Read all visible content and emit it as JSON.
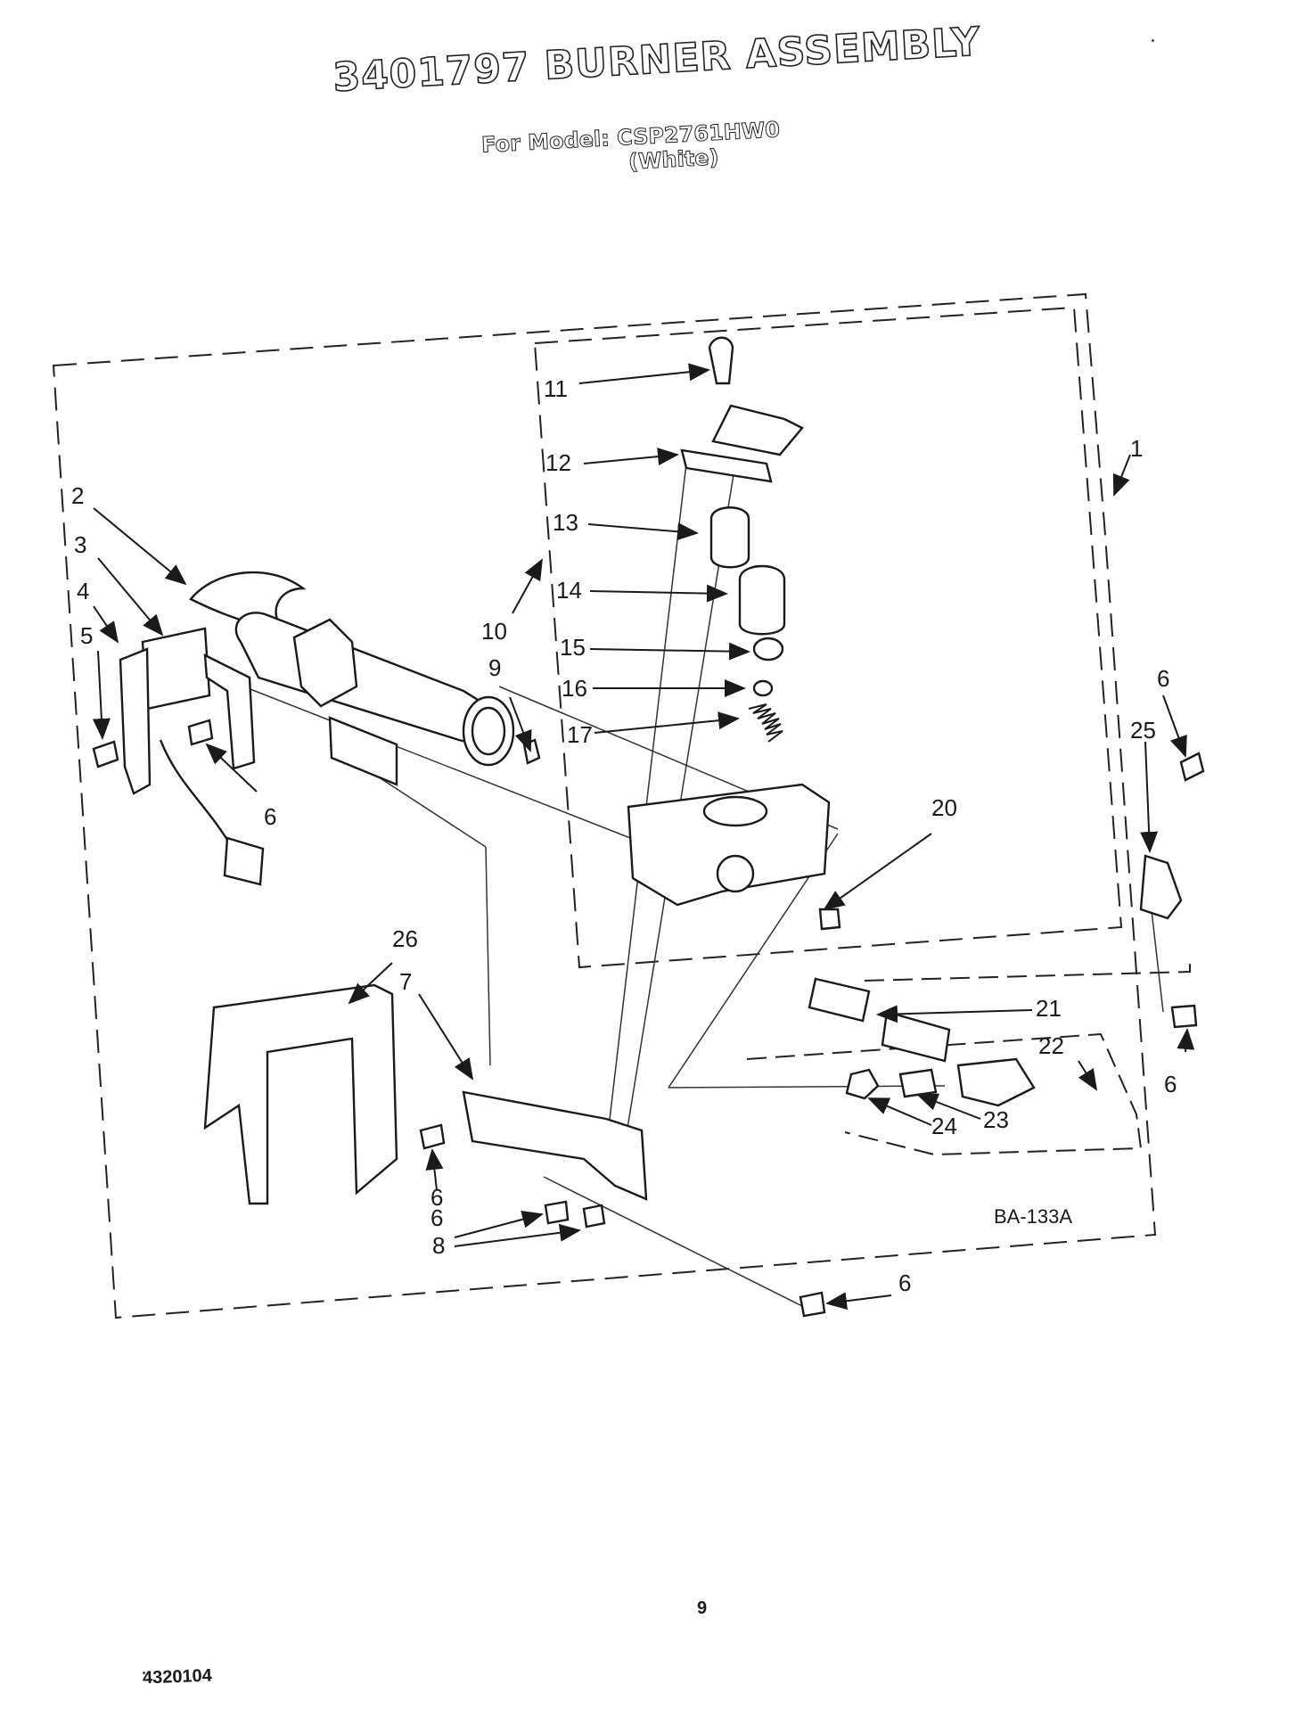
{
  "header": {
    "title": "3401797 BURNER ASSEMBLY",
    "model_line": "For Model: CSP2761HW0",
    "variant": "(White)"
  },
  "diagram": {
    "code": "BA-133A",
    "callouts": [
      "1",
      "2",
      "3",
      "4",
      "5",
      "6",
      "6",
      "6",
      "6",
      "6",
      "6",
      "7",
      "8",
      "9",
      "10",
      "11",
      "12",
      "13",
      "14",
      "15",
      "16",
      "17",
      "20",
      "21",
      "22",
      "23",
      "24",
      "25",
      "26"
    ]
  },
  "footer": {
    "page_number": "9",
    "document_number": "4320104"
  }
}
